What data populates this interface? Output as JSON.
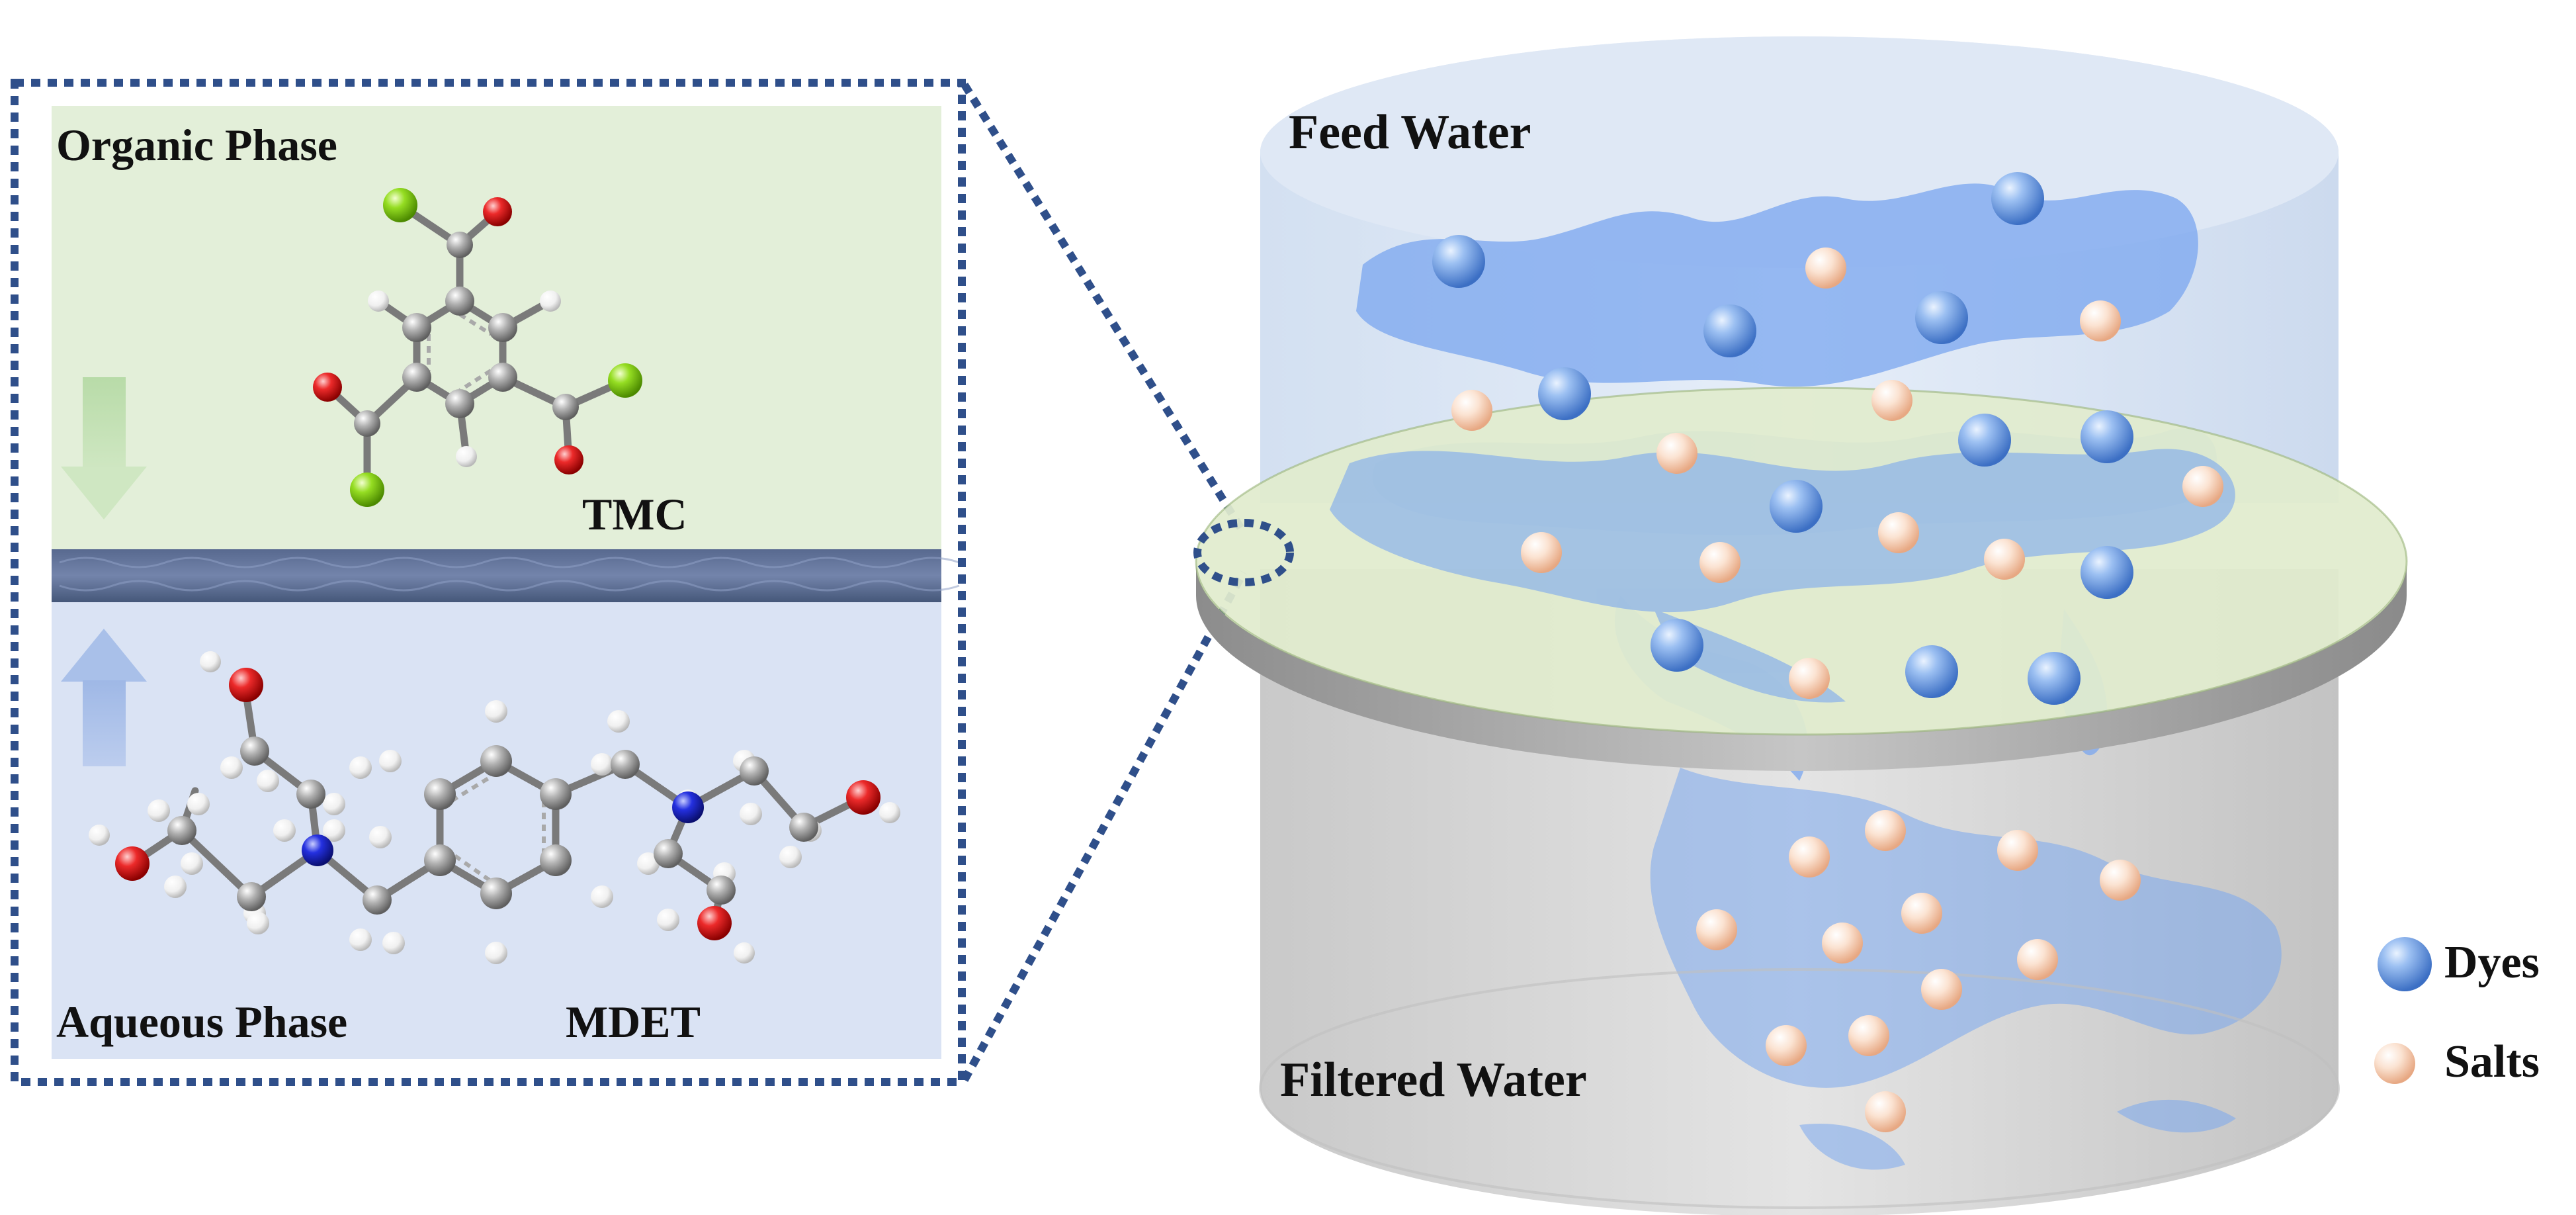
{
  "left_panel": {
    "organic_phase_label": "Organic Phase",
    "aqueous_phase_label": "Aqueous Phase",
    "tmc_label": "TMC",
    "mdet_label": "MDET"
  },
  "right_panel": {
    "feed_water_label": "Feed Water",
    "filtered_water_label": "Filtered Water"
  },
  "legend": {
    "items": [
      {
        "label": "Dyes",
        "icon": "dye-sphere-icon",
        "color": "#5f97e0"
      },
      {
        "label": "Salts",
        "icon": "salt-sphere-icon",
        "color": "#f3c9ad"
      }
    ]
  },
  "colors": {
    "organic_bg": "#e3efd9",
    "aqueous_bg": "#dae3f4",
    "interface_layer": "#4f628f",
    "dotted_frame": "#2f4f8a",
    "feed_water": "#dbe6f4",
    "filtered_water": "#d9d9d9",
    "membrane_top": "#e1ecce",
    "water_stream": "#79a6ef",
    "carbon_atom": "#8a8a8a",
    "oxygen_atom": "#e32626",
    "chlorine_atom": "#8fd81e",
    "nitrogen_atom": "#1f2ed8",
    "hydrogen_atom": "#f2f2f2"
  }
}
